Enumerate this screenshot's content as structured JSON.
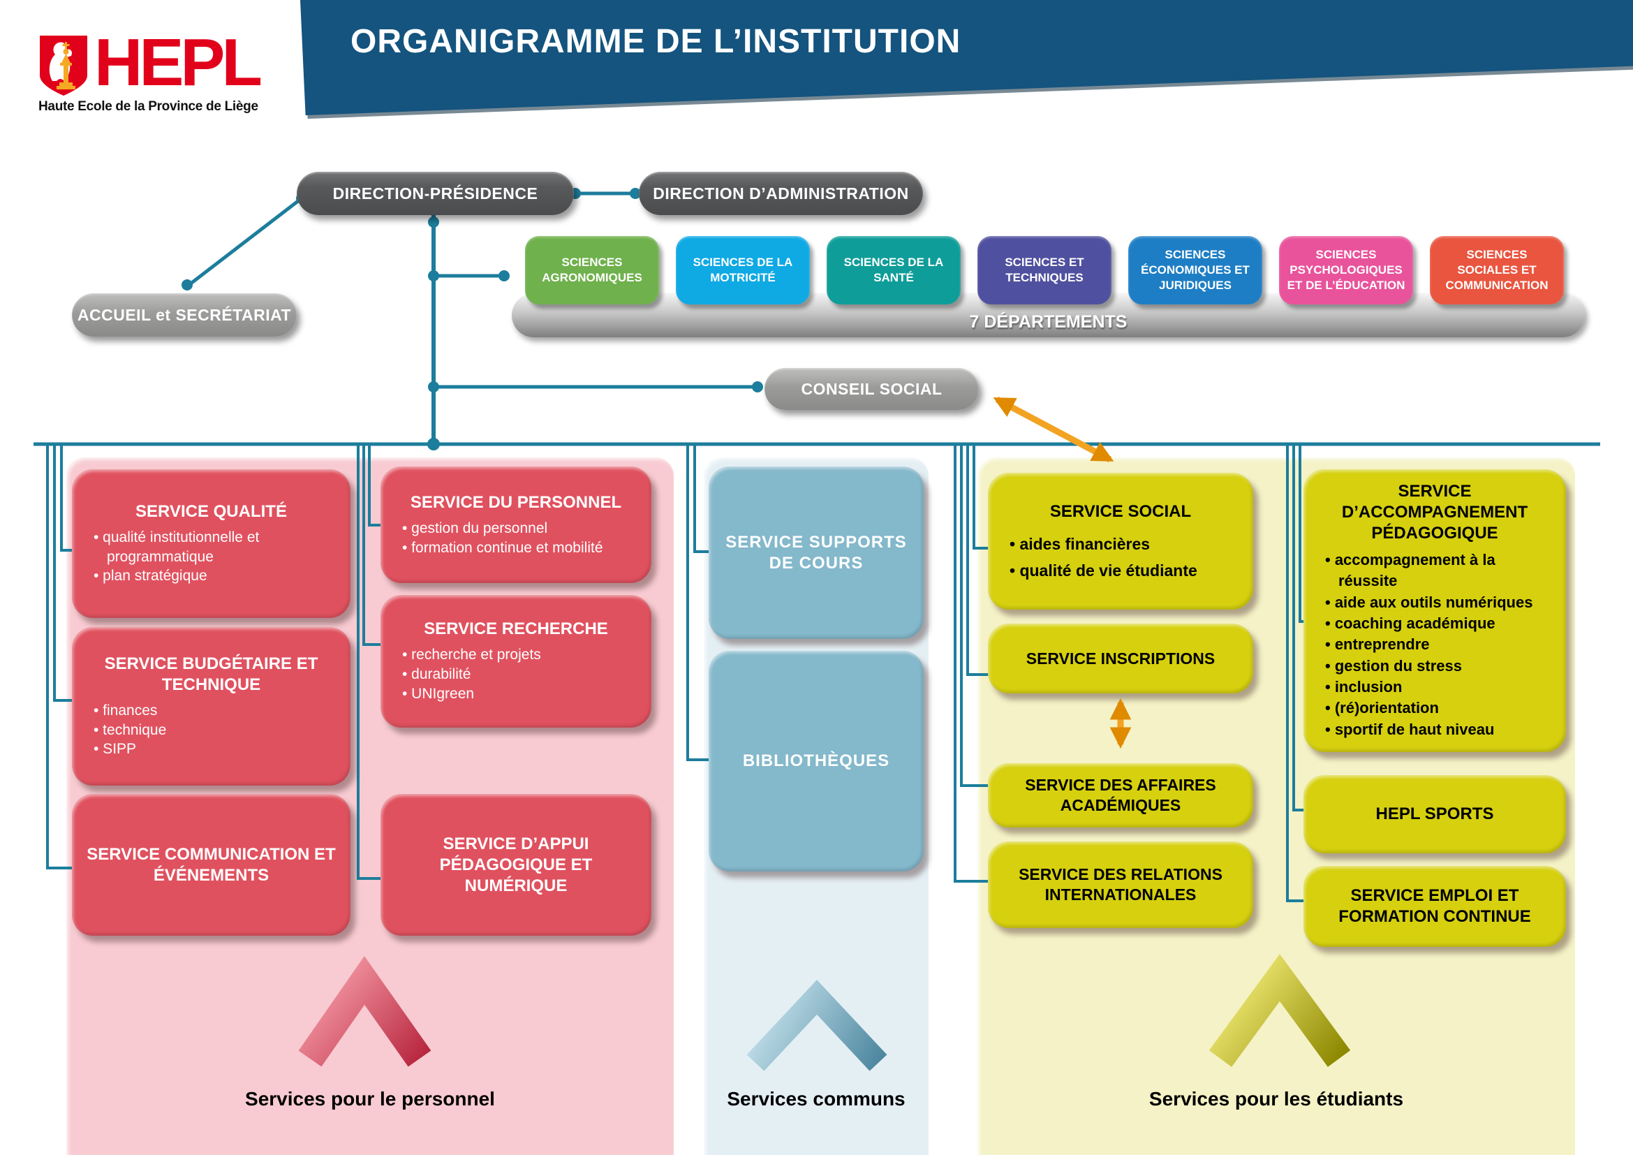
{
  "logo": {
    "acronym": "HEPL",
    "tagline": "Haute Ecole de la Province de Liège"
  },
  "header": {
    "title": "ORGANIGRAMME DE L’INSTITUTION"
  },
  "org": {
    "presidency": "DIRECTION-PRÉSIDENCE",
    "administration": "DIRECTION D’ADMINISTRATION",
    "reception": "ACCUEIL et SECRÉTARIAT",
    "social_council": "CONSEIL SOCIAL"
  },
  "departments": {
    "caption": "7 DÉPARTEMENTS",
    "items": [
      {
        "label": "SCIENCES AGRONOMIQUES",
        "color": "#6FB14C"
      },
      {
        "label": "SCIENCES DE LA MOTRICITÉ",
        "color": "#0FA9E4"
      },
      {
        "label": "SCIENCES DE LA SANTÉ",
        "color": "#0F9D99"
      },
      {
        "label": "SCIENCES ET TECHNIQUES",
        "color": "#4F509F"
      },
      {
        "label": "SCIENCES ÉCONOMIQUES ET JURIDIQUES",
        "color": "#1E7EC5"
      },
      {
        "label": "SCIENCES PSYCHOLOGIQUES ET DE L’ÉDUCATION",
        "color": "#E9539B"
      },
      {
        "label": "SCIENCES SOCIALES ET COMMUNICATION",
        "color": "#E9553F"
      }
    ]
  },
  "sections": {
    "personnel": {
      "caption": "Services pour le personnel",
      "boxes": [
        {
          "title": "SERVICE QUALITÉ",
          "bullets": [
            "qualité institutionnelle et programmatique",
            "plan stratégique"
          ]
        },
        {
          "title": "SERVICE BUDGÉTAIRE ET TECHNIQUE",
          "bullets": [
            "finances",
            "technique",
            "SIPP"
          ]
        },
        {
          "title": "SERVICE COMMUNICATION ET ÉVÉNEMENTS",
          "bullets": []
        },
        {
          "title": "SERVICE DU PERSONNEL",
          "bullets": [
            "gestion du personnel",
            "formation continue et mobilité"
          ]
        },
        {
          "title": "SERVICE RECHERCHE",
          "bullets": [
            "recherche et projets",
            "durabilité",
            "UNIgreen"
          ]
        },
        {
          "title": "SERVICE D’APPUI PÉDAGOGIQUE ET NUMÉRIQUE",
          "bullets": []
        }
      ]
    },
    "communs": {
      "caption": "Services communs",
      "boxes": [
        {
          "title": "SERVICE SUPPORTS DE COURS",
          "bullets": []
        },
        {
          "title": "BIBLIOTHÈQUES",
          "bullets": []
        }
      ]
    },
    "etudiants": {
      "caption": "Services pour les étudiants",
      "boxes": [
        {
          "title": "SERVICE SOCIAL",
          "bullets": [
            "aides financières",
            "qualité de vie étudiante"
          ]
        },
        {
          "title": "SERVICE INSCRIPTIONS",
          "bullets": []
        },
        {
          "title": "SERVICE DES AFFAIRES ACADÉMIQUES",
          "bullets": []
        },
        {
          "title": "SERVICE DES RELATIONS INTERNATIONALES",
          "bullets": []
        },
        {
          "title": "SERVICE D’ACCOMPAGNEMENT PÉDAGOGIQUE",
          "bullets": [
            "accompagnement à la réussite",
            "aide aux outils numériques",
            "coaching académique",
            "entreprendre",
            "gestion du stress",
            "inclusion",
            "(ré)orientation",
            "sportif de haut niveau"
          ]
        },
        {
          "title": "HEPL SPORTS",
          "bullets": []
        },
        {
          "title": "SERVICE EMPLOI ET FORMATION CONTINUE",
          "bullets": []
        }
      ]
    }
  },
  "colors": {
    "connector_teal": "#1D7D9C",
    "banner_blue": "#14547E",
    "hepl_red": "#E2011B",
    "perron_yellow": "#F5A823",
    "pill_dark_gray": "#58595B",
    "pill_light_gray": "#9C9C9B",
    "personnel_box": "#E0515F",
    "personnel_bg": "#F7CBD1",
    "communs_box": "#84B8CB",
    "communs_bg": "#E4EFF4",
    "etudiants_box": "#D6D00F",
    "etudiants_bg": "#F4F2C6",
    "arrow_orange": "#F2A322"
  }
}
